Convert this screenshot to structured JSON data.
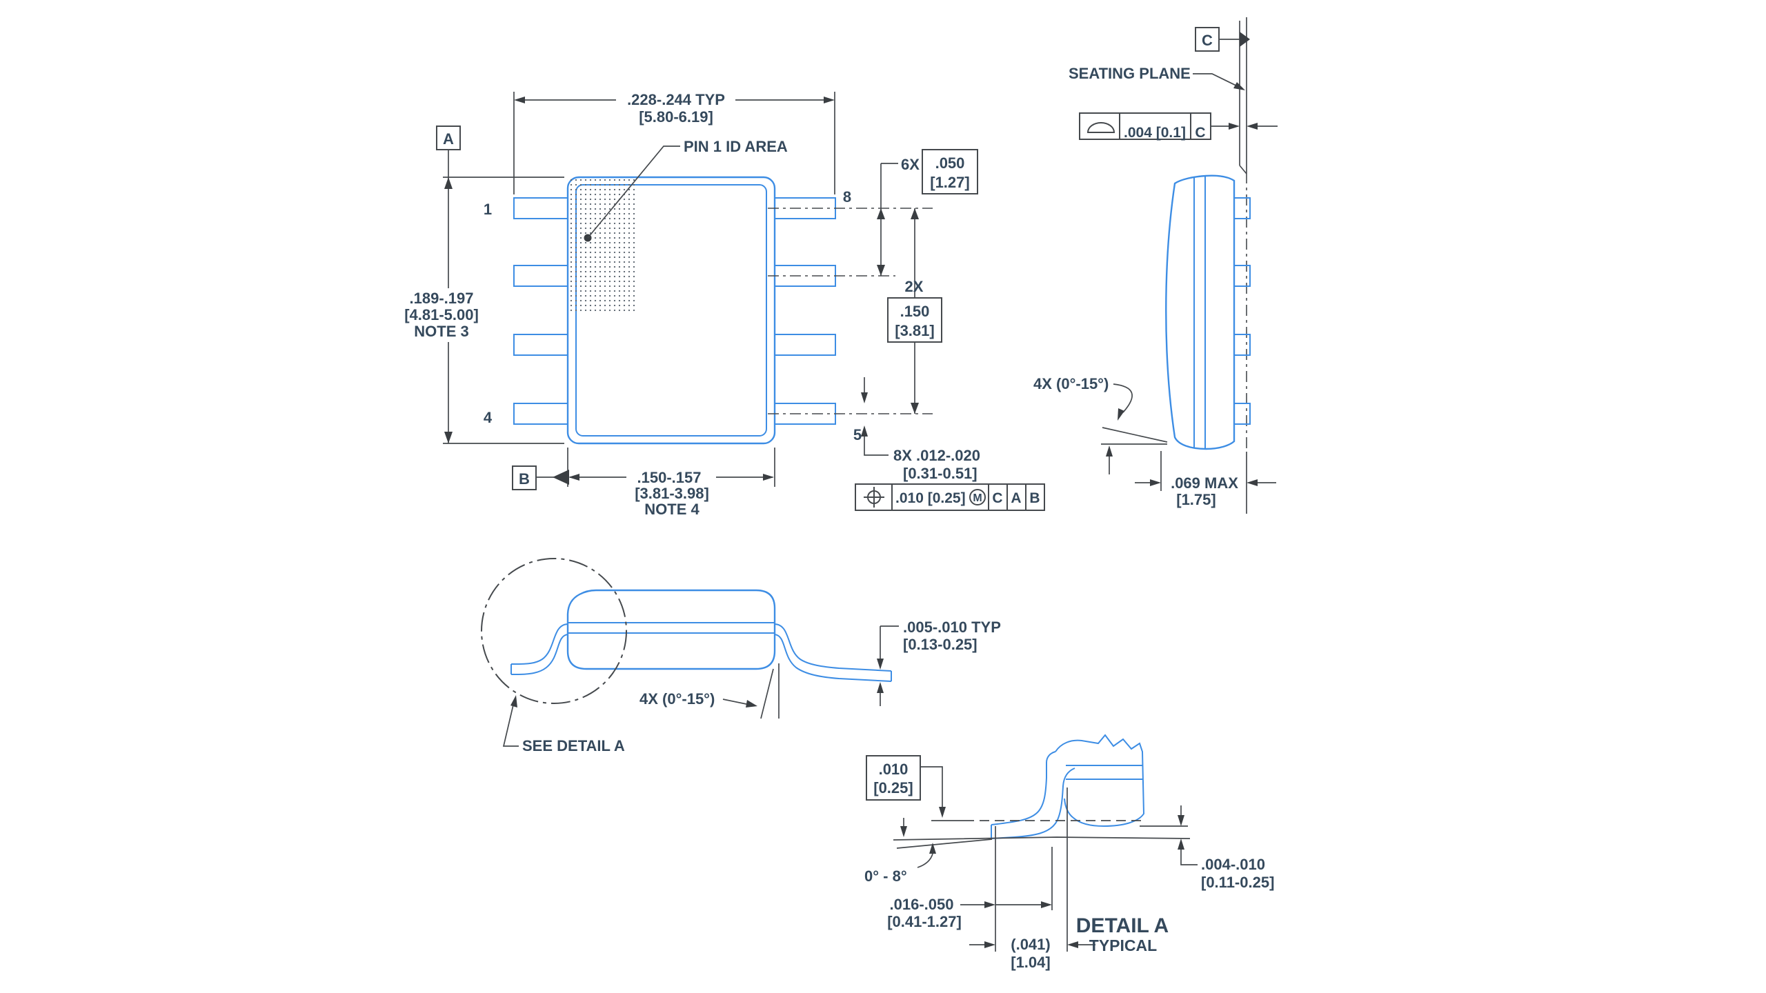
{
  "colors": {
    "geometry": "#3d8de4",
    "dimension_lines": "#45494d",
    "text": "#35495c"
  },
  "front_view": {
    "datum_a": "A",
    "datum_b": "B",
    "pin_top_left": "1",
    "pin_bottom_left": "4",
    "pin_top_right": "8",
    "pin_bottom_right": "5",
    "pin1_id_label": "PIN 1 ID AREA",
    "width_typ": {
      "inches": ".228-.244  TYP",
      "mm": "[5.80-6.19]"
    },
    "height": {
      "inches": ".189-.197",
      "mm": "[4.81-5.00]",
      "note": "NOTE 3"
    },
    "body_width": {
      "inches": ".150-.157",
      "mm": "[3.81-3.98]",
      "note": "NOTE 4"
    },
    "pitch": {
      "qty": "6X",
      "inches": ".050",
      "mm": "[1.27]"
    },
    "span": {
      "qty": "2X",
      "inches": ".150",
      "mm": "[3.81]"
    },
    "lead_width": {
      "inches": "8X .012-.020",
      "mm": "[0.31-0.51]"
    },
    "position_fcf": {
      "tolerance": ".010 [0.25]",
      "modifier": "M",
      "datums": [
        "C",
        "A",
        "B"
      ]
    }
  },
  "side_view": {
    "datum_c": "C",
    "seating_plane": "SEATING PLANE",
    "flatness_fcf": {
      "tolerance": ".004 [0.1]",
      "datum": "C"
    },
    "lead_angle": "4X (0°-15°)",
    "height_max": {
      "inches": ".069 MAX",
      "mm": "[1.75]"
    }
  },
  "lead_view": {
    "see_detail": "SEE DETAIL A",
    "lead_angle": "4X (0°-15°)",
    "lead_thickness": {
      "inches": ".005-.010  TYP",
      "mm": "[0.13-0.25]"
    }
  },
  "detail_a": {
    "title": "DETAIL A",
    "subtitle": "TYPICAL",
    "gauge_plane": {
      "inches": ".010",
      "mm": "[0.25]"
    },
    "foot_angle": "0° - 8°",
    "foot_length": {
      "inches": ".016-.050",
      "mm": "[0.41-1.27]"
    },
    "lead_length_ref": {
      "inches": "(.041)",
      "mm": "[1.04]"
    },
    "standoff": {
      "inches": ".004-.010",
      "mm": "[0.11-0.25]"
    }
  }
}
